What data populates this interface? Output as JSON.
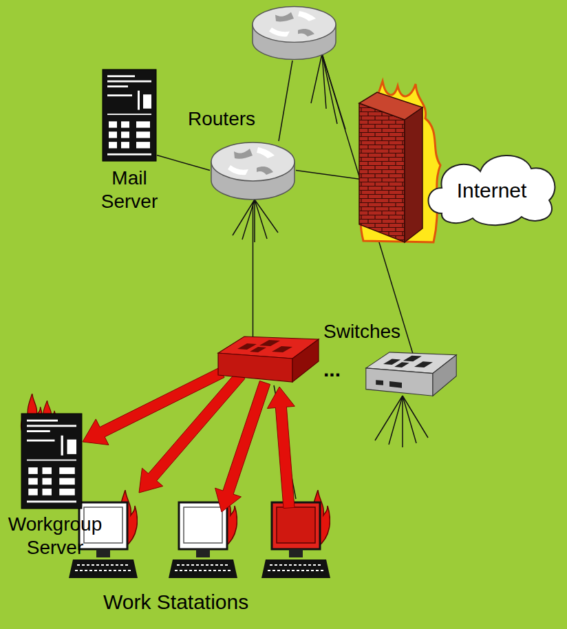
{
  "diagram": {
    "nodes": [
      {
        "text": [
          "Routers"
        ]
      },
      {
        "text": [
          "Mail Server"
        ]
      },
      {
        "text": [
          "Internet"
        ]
      },
      {
        "text": [
          "Switches"
        ]
      },
      {
        "text": [
          "Workgroup Server"
        ]
      }
    ],
    "edges": [
      {
        "from": 0,
        "to": 1,
        "arrow": "none"
      },
      {
        "from": 0,
        "to": 2,
        "arrow": "none"
      },
      {
        "from": 0,
        "to": 3,
        "arrow": "none"
      },
      {
        "from": 3,
        "to": 4,
        "arrow": "to"
      }
    ],
    "labels": [
      "...",
      "Work Statations"
    ]
  }
}
